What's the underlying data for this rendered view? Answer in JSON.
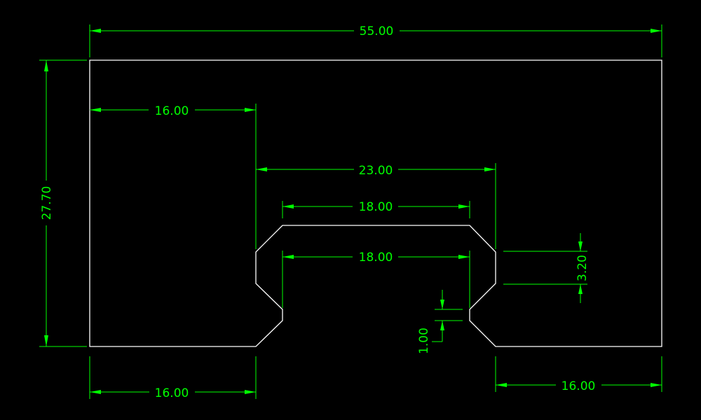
{
  "drawing": {
    "background_color": "#000000",
    "outline_color": "#ffffff",
    "dimension_color": "#00ff00",
    "dimensions": {
      "overall_width": "55.00",
      "overall_height": "27.70",
      "left_offset_top": "16.00",
      "slot_outer_width": "23.00",
      "slot_top_width": "18.00",
      "slot_inner_width": "18.00",
      "side_step_height": "3.20",
      "notch_height": "1.00",
      "left_offset_bottom": "16.00",
      "right_offset_bottom": "16.00"
    }
  }
}
